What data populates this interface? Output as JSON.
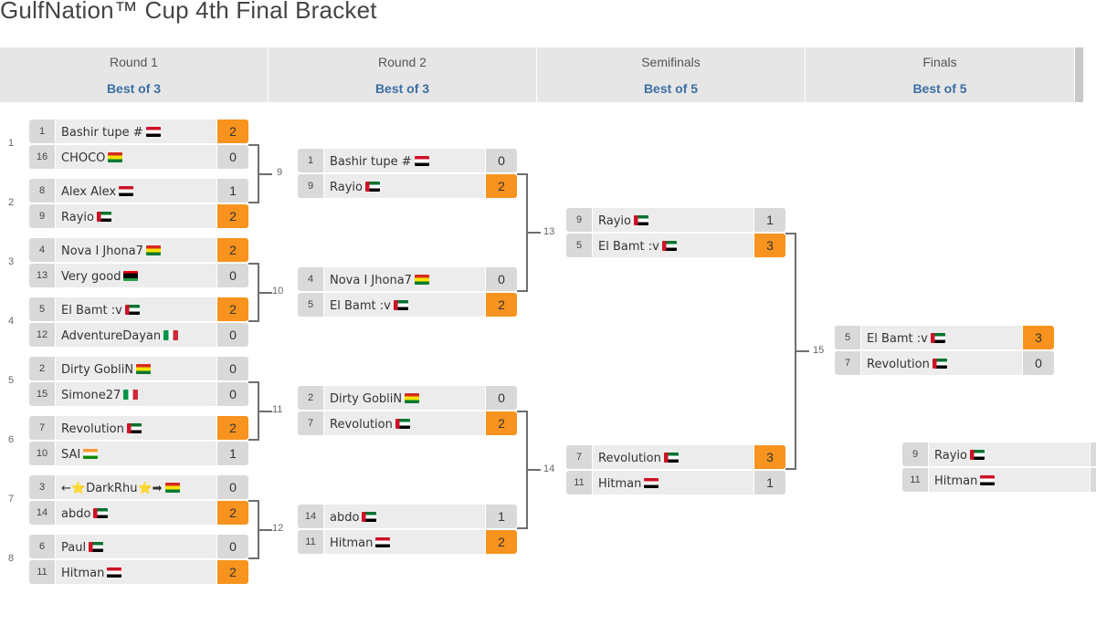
{
  "title": "GulfNation™ Cup 4th Final Bracket",
  "rounds": [
    {
      "name": "Round 1",
      "best_of": "Best of 3"
    },
    {
      "name": "Round 2",
      "best_of": "Best of 3"
    },
    {
      "name": "Semifinals",
      "best_of": "Best of 5"
    },
    {
      "name": "Finals",
      "best_of": "Best of 5"
    }
  ],
  "colors": {
    "winner_score": "#f7931e",
    "header_bg": "#e6e6e6",
    "best_of_text": "#3b6ea5"
  },
  "match_numbers": [
    "1",
    "2",
    "3",
    "4",
    "5",
    "6",
    "7",
    "8",
    "9",
    "10",
    "11",
    "12",
    "13",
    "14",
    "15"
  ],
  "r1": [
    {
      "a_seed": "1",
      "a_name": "Bashir tupe #",
      "a_flag": "eg",
      "a_score": "2",
      "b_seed": "16",
      "b_name": "CHOCO",
      "b_flag": "bo",
      "b_score": "0"
    },
    {
      "a_seed": "8",
      "a_name": "Alex Alex",
      "a_flag": "eg",
      "a_score": "1",
      "b_seed": "9",
      "b_name": "Rayio",
      "b_flag": "ae",
      "b_score": "2"
    },
    {
      "a_seed": "4",
      "a_name": "Nova I Jhona7",
      "a_flag": "bo",
      "a_score": "2",
      "b_seed": "13",
      "b_name": "Very good",
      "b_flag": "ly",
      "b_score": "0"
    },
    {
      "a_seed": "5",
      "a_name": "El Bamt :v",
      "a_flag": "ae",
      "a_score": "2",
      "b_seed": "12",
      "b_name": "AdventureDayan",
      "b_flag": "it",
      "b_score": "0"
    },
    {
      "a_seed": "2",
      "a_name": "Dirty GobliN",
      "a_flag": "bo",
      "a_score": "0",
      "b_seed": "15",
      "b_name": "Simone27",
      "b_flag": "it",
      "b_score": "0"
    },
    {
      "a_seed": "7",
      "a_name": "Revolution",
      "a_flag": "ae",
      "a_score": "2",
      "b_seed": "10",
      "b_name": "SAI",
      "b_flag": "in",
      "b_score": "1"
    },
    {
      "a_seed": "3",
      "a_name": "←⭐DarkRhu⭐➡",
      "a_flag": "bo",
      "a_score": "0",
      "b_seed": "14",
      "b_name": "abdo",
      "b_flag": "ae",
      "b_score": "2"
    },
    {
      "a_seed": "6",
      "a_name": "Paul",
      "a_flag": "ae",
      "a_score": "0",
      "b_seed": "11",
      "b_name": "Hitman",
      "b_flag": "eg",
      "b_score": "2"
    }
  ],
  "r2": [
    {
      "a_seed": "1",
      "a_name": "Bashir tupe #",
      "a_flag": "eg",
      "a_score": "0",
      "b_seed": "9",
      "b_name": "Rayio",
      "b_flag": "ae",
      "b_score": "2"
    },
    {
      "a_seed": "4",
      "a_name": "Nova I Jhona7",
      "a_flag": "bo",
      "a_score": "0",
      "b_seed": "5",
      "b_name": "El Bamt :v",
      "b_flag": "ae",
      "b_score": "2"
    },
    {
      "a_seed": "2",
      "a_name": "Dirty GobliN",
      "a_flag": "bo",
      "a_score": "0",
      "b_seed": "7",
      "b_name": "Revolution",
      "b_flag": "ae",
      "b_score": "2"
    },
    {
      "a_seed": "14",
      "a_name": "abdo",
      "a_flag": "ae",
      "a_score": "1",
      "b_seed": "11",
      "b_name": "Hitman",
      "b_flag": "eg",
      "b_score": "2"
    }
  ],
  "sf": [
    {
      "a_seed": "9",
      "a_name": "Rayio",
      "a_flag": "ae",
      "a_score": "1",
      "b_seed": "5",
      "b_name": "El Bamt :v",
      "b_flag": "ae",
      "b_score": "3"
    },
    {
      "a_seed": "7",
      "a_name": "Revolution",
      "a_flag": "ae",
      "a_score": "3",
      "b_seed": "11",
      "b_name": "Hitman",
      "b_flag": "eg",
      "b_score": "1"
    }
  ],
  "final": {
    "a_seed": "5",
    "a_name": "El Bamt :v",
    "a_flag": "ae",
    "a_score": "3",
    "b_seed": "7",
    "b_name": "Revolution",
    "b_flag": "ae",
    "b_score": "0"
  },
  "third": {
    "a_seed": "9",
    "a_name": "Rayio",
    "a_flag": "ae",
    "a_score": "",
    "b_seed": "11",
    "b_name": "Hitman",
    "b_flag": "eg",
    "b_score": ""
  }
}
